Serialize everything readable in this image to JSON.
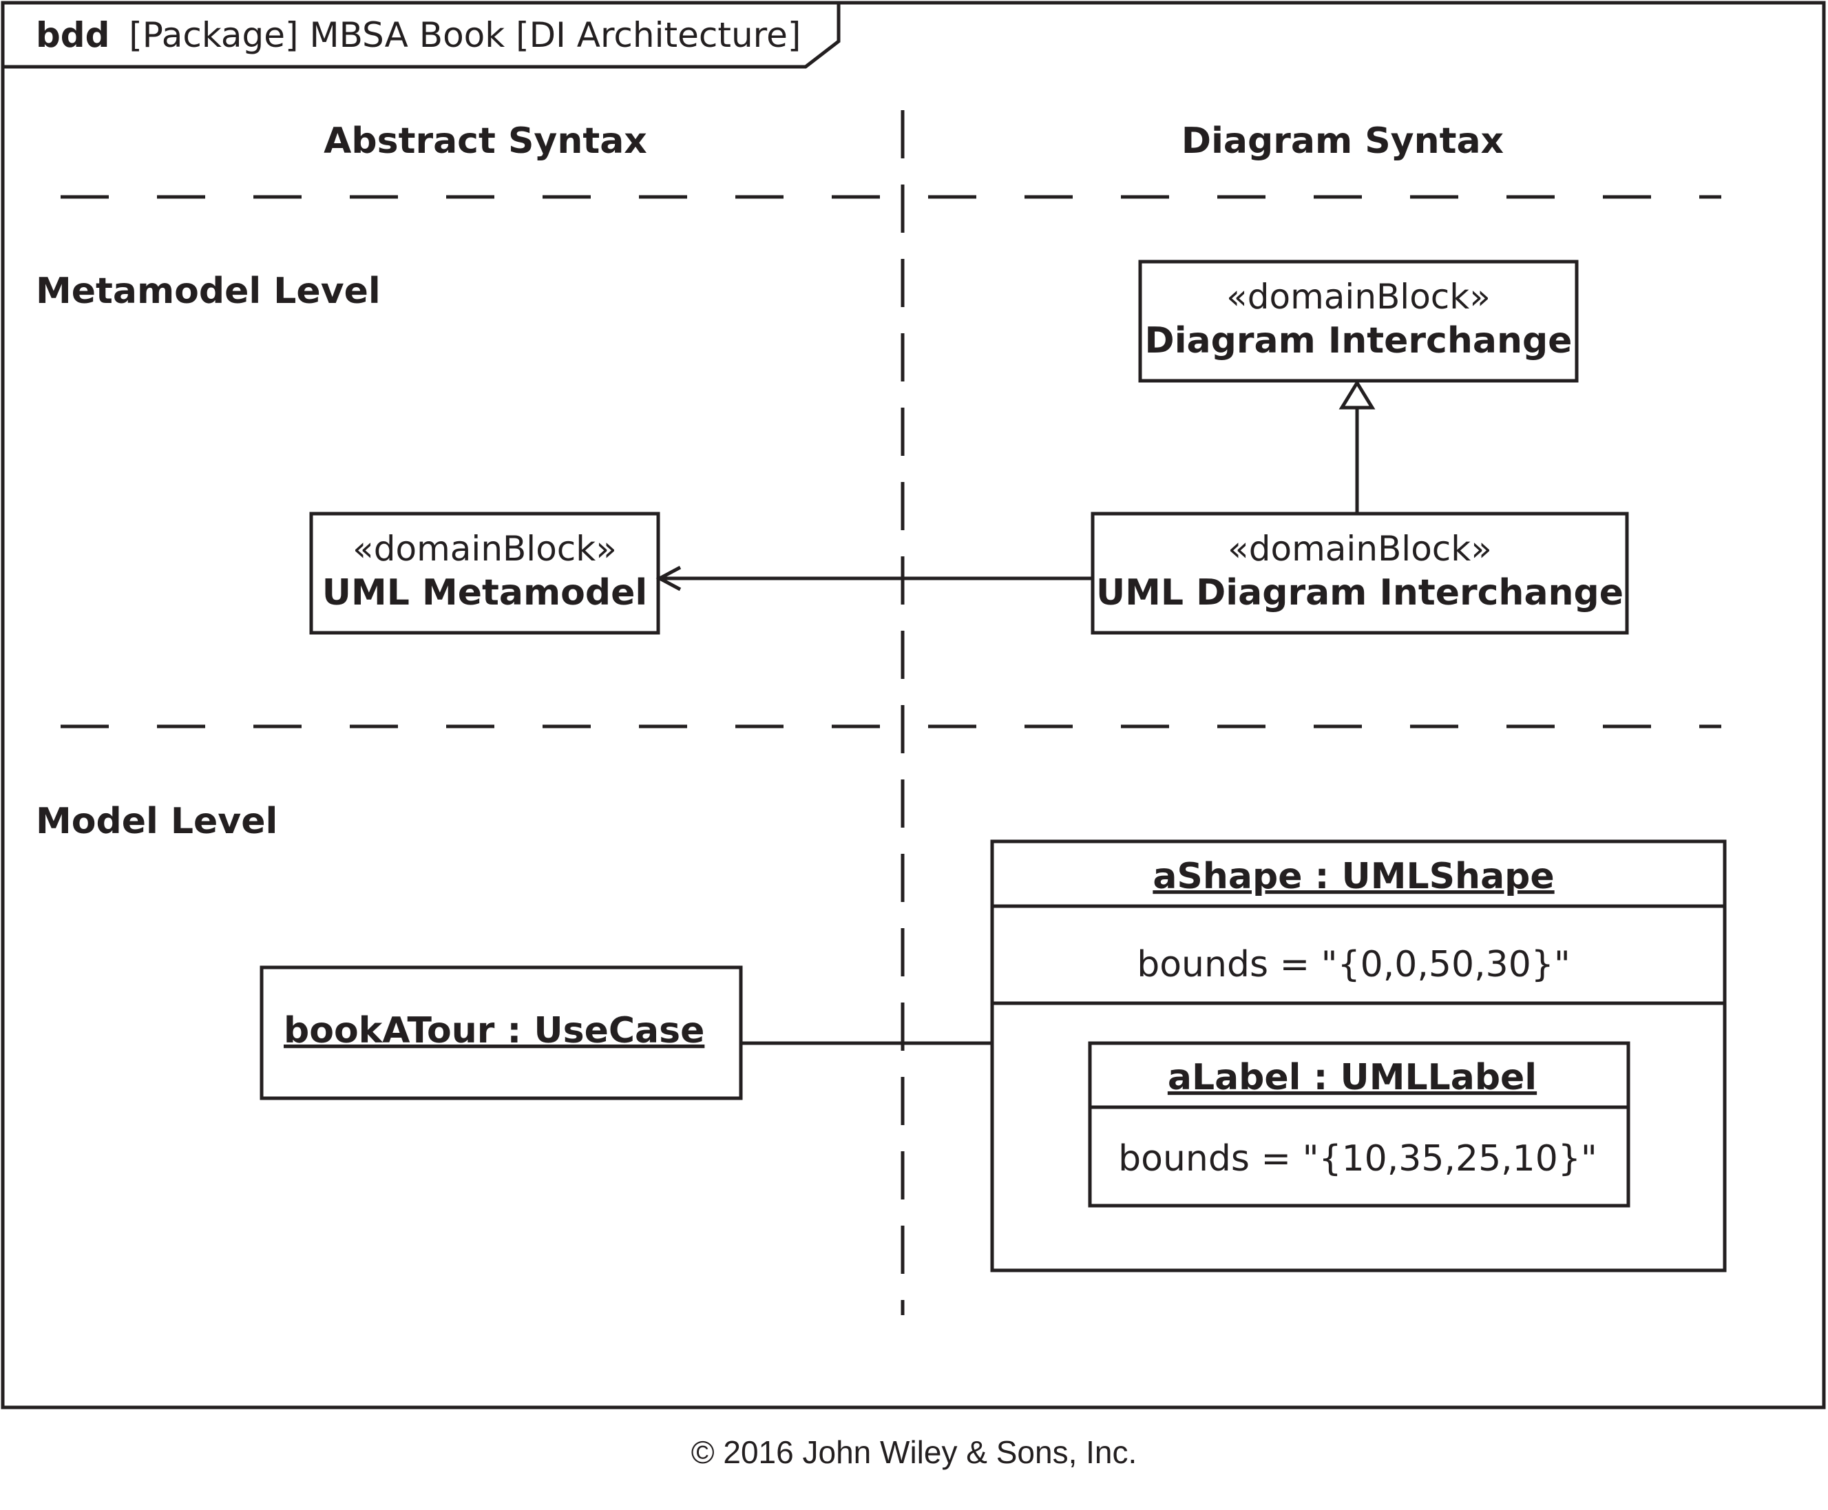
{
  "frame": {
    "kind": "bdd",
    "title": "[Package] MBSA Book [DI Architecture]"
  },
  "columns": {
    "left": "Abstract Syntax",
    "right": "Diagram Syntax"
  },
  "rows": {
    "top": "Metamodel Level",
    "bottom": "Model Level"
  },
  "blocks": {
    "diagram_interchange": {
      "stereotype": "«domainBlock»",
      "name": "Diagram Interchange"
    },
    "uml_metamodel": {
      "stereotype": "«domainBlock»",
      "name": "UML Metamodel"
    },
    "uml_diagram_interchange": {
      "stereotype": "«domainBlock»",
      "name": "UML Diagram Interchange"
    }
  },
  "instances": {
    "book_a_tour": {
      "name": "bookATour : UseCase"
    },
    "a_shape": {
      "name": "aShape : UMLShape",
      "property": "bounds = \"{0,0,50,30}\""
    },
    "a_label": {
      "name": "aLabel : UMLLabel",
      "property": "bounds = \"{10,35,25,10}\""
    }
  },
  "relationships": [
    {
      "type": "generalization",
      "from": "UML Diagram Interchange",
      "to": "Diagram Interchange"
    },
    {
      "type": "dependency",
      "from": "UML Diagram Interchange",
      "to": "UML Metamodel"
    },
    {
      "type": "link",
      "from": "bookATour : UseCase",
      "to": "aShape : UMLShape"
    }
  ],
  "copyright": "© 2016 John Wiley & Sons, Inc.",
  "colors": {
    "ink": "#231f20",
    "background": "#ffffff"
  }
}
